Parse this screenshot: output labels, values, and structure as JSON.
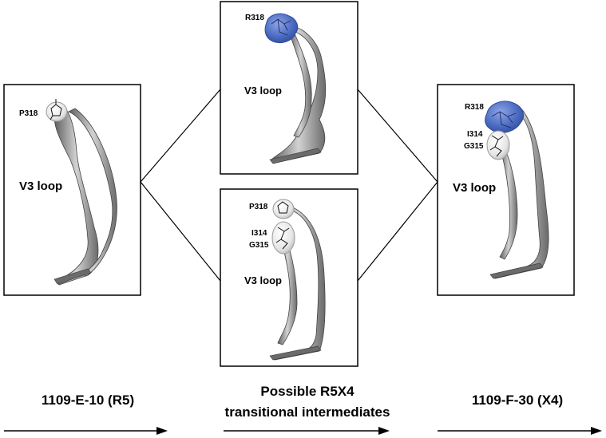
{
  "panels": {
    "left": {
      "residue_top": "P318",
      "loop_label": "V3 loop"
    },
    "middle_top": {
      "residue_top": "R318",
      "loop_label": "V3 loop"
    },
    "middle_bottom": {
      "residue_top": "P318",
      "residue_mid_1": "I314",
      "residue_mid_2": "G315",
      "loop_label": "V3 loop"
    },
    "right": {
      "residue_top": "R318",
      "residue_mid_1": "I314",
      "residue_mid_2": "G315",
      "loop_label": "V3 loop"
    }
  },
  "bottom": {
    "left_label": "1109-E-10 (R5)",
    "middle_label_line1": "Possible R5X4",
    "middle_label_line2": "transitional intermediates",
    "right_label": "1109-F-30 (X4)"
  },
  "colors": {
    "highlight_blue": "#4f6fc4",
    "ribbon_gray": "#8c8c8c"
  }
}
